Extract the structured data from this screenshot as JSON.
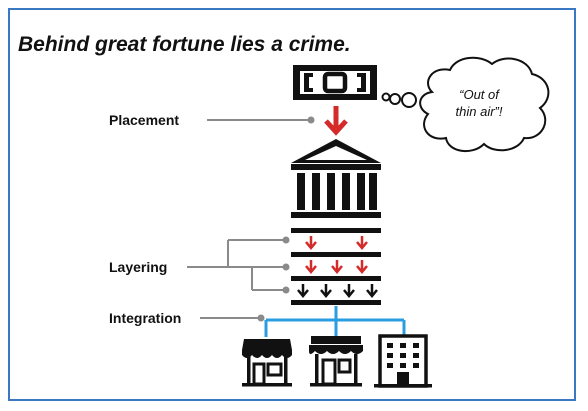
{
  "title": "Behind great fortune lies a crime.",
  "stages": {
    "placement": "Placement",
    "layering": "Layering",
    "integration": "Integration"
  },
  "bubble": {
    "line1": "“Out of",
    "line2": "thin air”!"
  },
  "colors": {
    "frame": "#3a78c2",
    "red_arrow": "#d42a2a",
    "integration_lines": "#2a9de0",
    "connector": "#8a8a8a"
  }
}
